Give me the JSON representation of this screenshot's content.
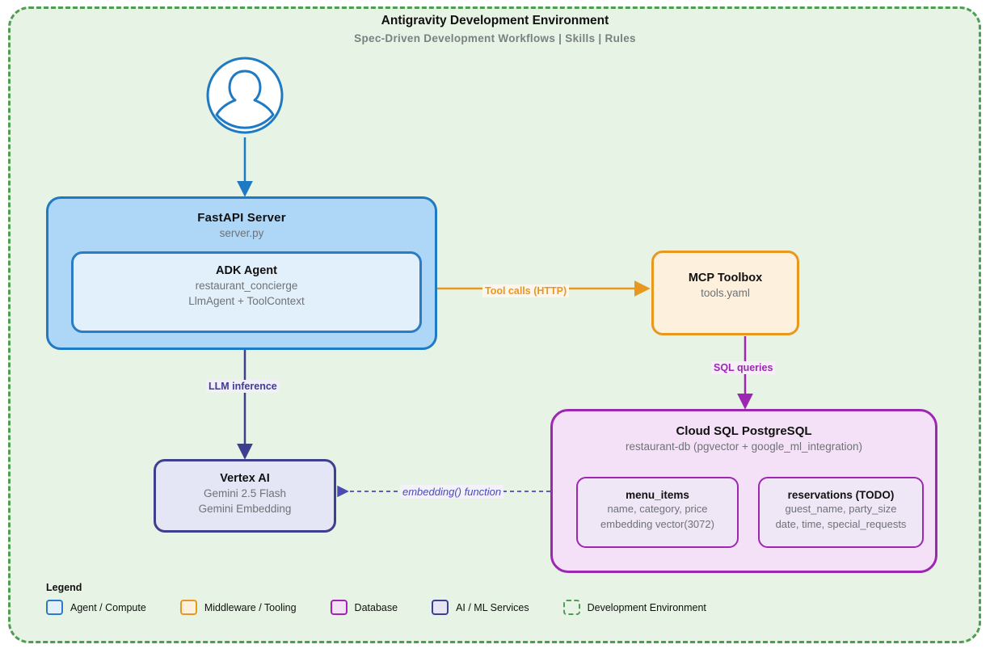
{
  "header": {
    "title": "Antigravity Development Environment",
    "subtitle": "Spec-Driven Development Workflows  |  Skills  |  Rules"
  },
  "nodes": {
    "user": {
      "icon": "user-avatar-icon",
      "color": "#1f7ac4"
    },
    "fastapi": {
      "title": "FastAPI Server",
      "subtitle": "server.py",
      "fill": "#aed6f7",
      "border": "#1f7ac4"
    },
    "adk": {
      "title": "ADK Agent",
      "subtitle_line1": "restaurant_concierge",
      "subtitle_line2": "LlmAgent + ToolContext",
      "fill": "#e1f0fb",
      "border": "#2b7cc4"
    },
    "mcp": {
      "title": "MCP Toolbox",
      "subtitle": "tools.yaml",
      "fill": "#fdf0dd",
      "border": "#e8981f"
    },
    "cloudsql": {
      "title": "Cloud SQL PostgreSQL",
      "subtitle": "restaurant-db (pgvector + google_ml_integration)",
      "fill": "#f5e1f7",
      "border": "#9c27b0"
    },
    "tables": [
      {
        "title": "menu_items",
        "line1": "name, category, price",
        "line2": "embedding vector(3072)"
      },
      {
        "title": "reservations (TODO)",
        "line1": "guest_name, party_size",
        "line2": "date, time, special_requests"
      }
    ],
    "vertex": {
      "title": "Vertex AI",
      "subtitle_line1": "Gemini 2.5 Flash",
      "subtitle_line2": "Gemini Embedding",
      "fill": "#e5e6f5",
      "border": "#3f3f8f"
    }
  },
  "edges": {
    "tool_calls": {
      "label": "Tool calls (HTTP)",
      "color": "#e8981f"
    },
    "sql_queries": {
      "label": "SQL queries",
      "color": "#9c27b0"
    },
    "llm_inference": {
      "label": "LLM inference",
      "color": "#3f3f8f"
    },
    "embedding": {
      "label": "embedding() function",
      "color": "#4a4ab0"
    }
  },
  "legend": {
    "title": "Legend",
    "items": [
      {
        "label": "Agent / Compute",
        "fill": "#e1f0fb",
        "border": "#2b7cc4",
        "style": "solid"
      },
      {
        "label": "Middleware / Tooling",
        "fill": "#fdf0dd",
        "border": "#e8981f",
        "style": "solid"
      },
      {
        "label": "Database",
        "fill": "#f5e1f7",
        "border": "#9c27b0",
        "style": "solid"
      },
      {
        "label": "AI / ML Services",
        "fill": "#e5e6f5",
        "border": "#3f3f8f",
        "style": "solid"
      },
      {
        "label": "Development Environment",
        "fill": "#e7f3e4",
        "border": "#4f9d52",
        "style": "dashed"
      }
    ]
  }
}
